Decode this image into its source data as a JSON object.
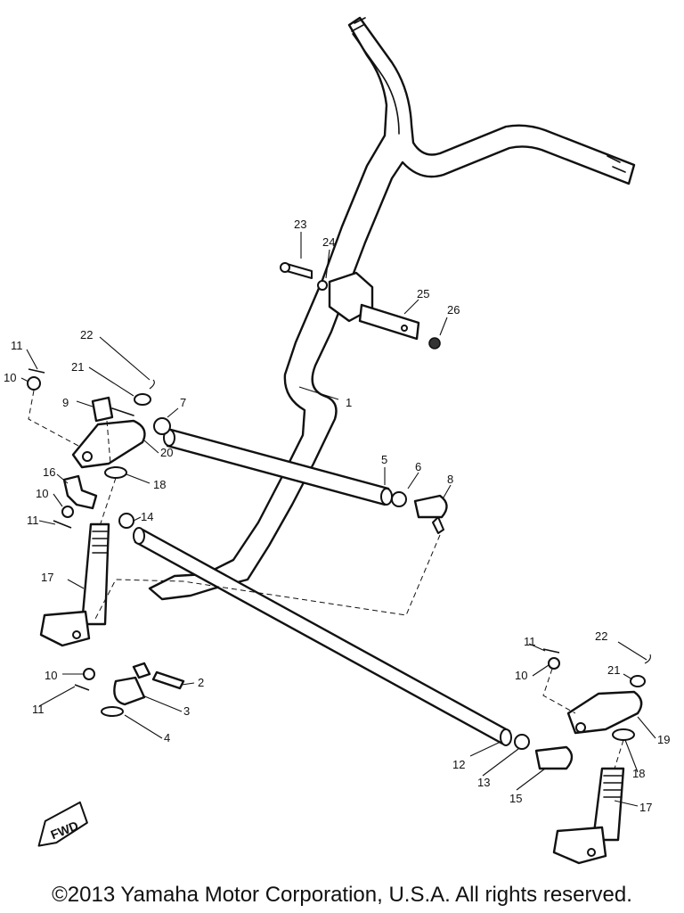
{
  "copyright": "©2013 Yamaha Motor Corporation, U.S.A. All rights reserved.",
  "fwd_label": "FWD",
  "callouts": [
    {
      "id": "c1",
      "label": "1"
    },
    {
      "id": "c2",
      "label": "2"
    },
    {
      "id": "c3",
      "label": "3"
    },
    {
      "id": "c4",
      "label": "4"
    },
    {
      "id": "c5",
      "label": "5"
    },
    {
      "id": "c6",
      "label": "6"
    },
    {
      "id": "c7",
      "label": "7"
    },
    {
      "id": "c8",
      "label": "8"
    },
    {
      "id": "c9",
      "label": "9"
    },
    {
      "id": "c10a",
      "label": "10"
    },
    {
      "id": "c10b",
      "label": "10"
    },
    {
      "id": "c10c",
      "label": "10"
    },
    {
      "id": "c10d",
      "label": "10"
    },
    {
      "id": "c11a",
      "label": "11"
    },
    {
      "id": "c11b",
      "label": "11"
    },
    {
      "id": "c11c",
      "label": "11"
    },
    {
      "id": "c11d",
      "label": "11"
    },
    {
      "id": "c12",
      "label": "12"
    },
    {
      "id": "c13",
      "label": "13"
    },
    {
      "id": "c14",
      "label": "14"
    },
    {
      "id": "c15",
      "label": "15"
    },
    {
      "id": "c16",
      "label": "16"
    },
    {
      "id": "c17a",
      "label": "17"
    },
    {
      "id": "c17b",
      "label": "17"
    },
    {
      "id": "c18a",
      "label": "18"
    },
    {
      "id": "c18b",
      "label": "18"
    },
    {
      "id": "c19",
      "label": "19"
    },
    {
      "id": "c20",
      "label": "20"
    },
    {
      "id": "c21a",
      "label": "21"
    },
    {
      "id": "c21b",
      "label": "21"
    },
    {
      "id": "c22a",
      "label": "22"
    },
    {
      "id": "c22b",
      "label": "22"
    },
    {
      "id": "c23",
      "label": "23"
    },
    {
      "id": "c24",
      "label": "24"
    },
    {
      "id": "c25",
      "label": "25"
    },
    {
      "id": "c26",
      "label": "26"
    }
  ]
}
